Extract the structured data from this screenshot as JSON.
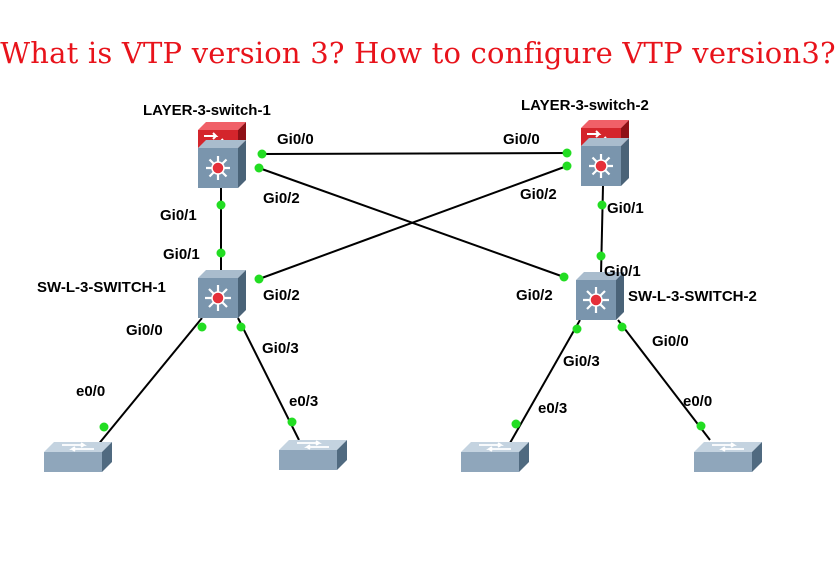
{
  "title": "What is VTP version 3? How to configure VTP version3?",
  "colors": {
    "title": "#e8131b",
    "link": "#000000",
    "port_dot": "#22dd22",
    "switch_body": "#7a95ad",
    "router_top": "#d4252c",
    "access_switch": "#8fa6bb"
  },
  "devices": {
    "l3_switch_1": {
      "name": "LAYER-3-switch-1",
      "icon": "layer3-switch-router-icon"
    },
    "l3_switch_2": {
      "name": "LAYER-3-switch-2",
      "icon": "layer3-switch-router-icon"
    },
    "sw_l3_1": {
      "name": "SW-L-3-SWITCH-1",
      "icon": "multilayer-switch-icon"
    },
    "sw_l3_2": {
      "name": "SW-L-3-SWITCH-2",
      "icon": "multilayer-switch-icon"
    },
    "access_1": {
      "name": "",
      "icon": "access-switch-icon"
    },
    "access_2": {
      "name": "",
      "icon": "access-switch-icon"
    },
    "access_3": {
      "name": "",
      "icon": "access-switch-icon"
    },
    "access_4": {
      "name": "",
      "icon": "access-switch-icon"
    }
  },
  "links": [
    {
      "id": "l3sw1-l3sw2",
      "a_port": "Gi0/0",
      "b_port": "Gi0/0"
    },
    {
      "id": "l3sw1-swl32",
      "a_port": "Gi0/2",
      "b_port": "Gi0/2"
    },
    {
      "id": "l3sw2-swl31",
      "a_port": "Gi0/2",
      "b_port": "Gi0/2"
    },
    {
      "id": "l3sw1-swl31",
      "a_port": "Gi0/1",
      "b_port": "Gi0/1"
    },
    {
      "id": "l3sw2-swl32",
      "a_port": "Gi0/1",
      "b_port": "Gi0/1"
    },
    {
      "id": "swl31-access1",
      "a_port": "Gi0/0",
      "b_port": "e0/0"
    },
    {
      "id": "swl31-access2",
      "a_port": "Gi0/3",
      "b_port": "e0/3"
    },
    {
      "id": "swl32-access3",
      "a_port": "Gi0/3",
      "b_port": "e0/3"
    },
    {
      "id": "swl32-access4",
      "a_port": "Gi0/0",
      "b_port": "e0/0"
    }
  ]
}
